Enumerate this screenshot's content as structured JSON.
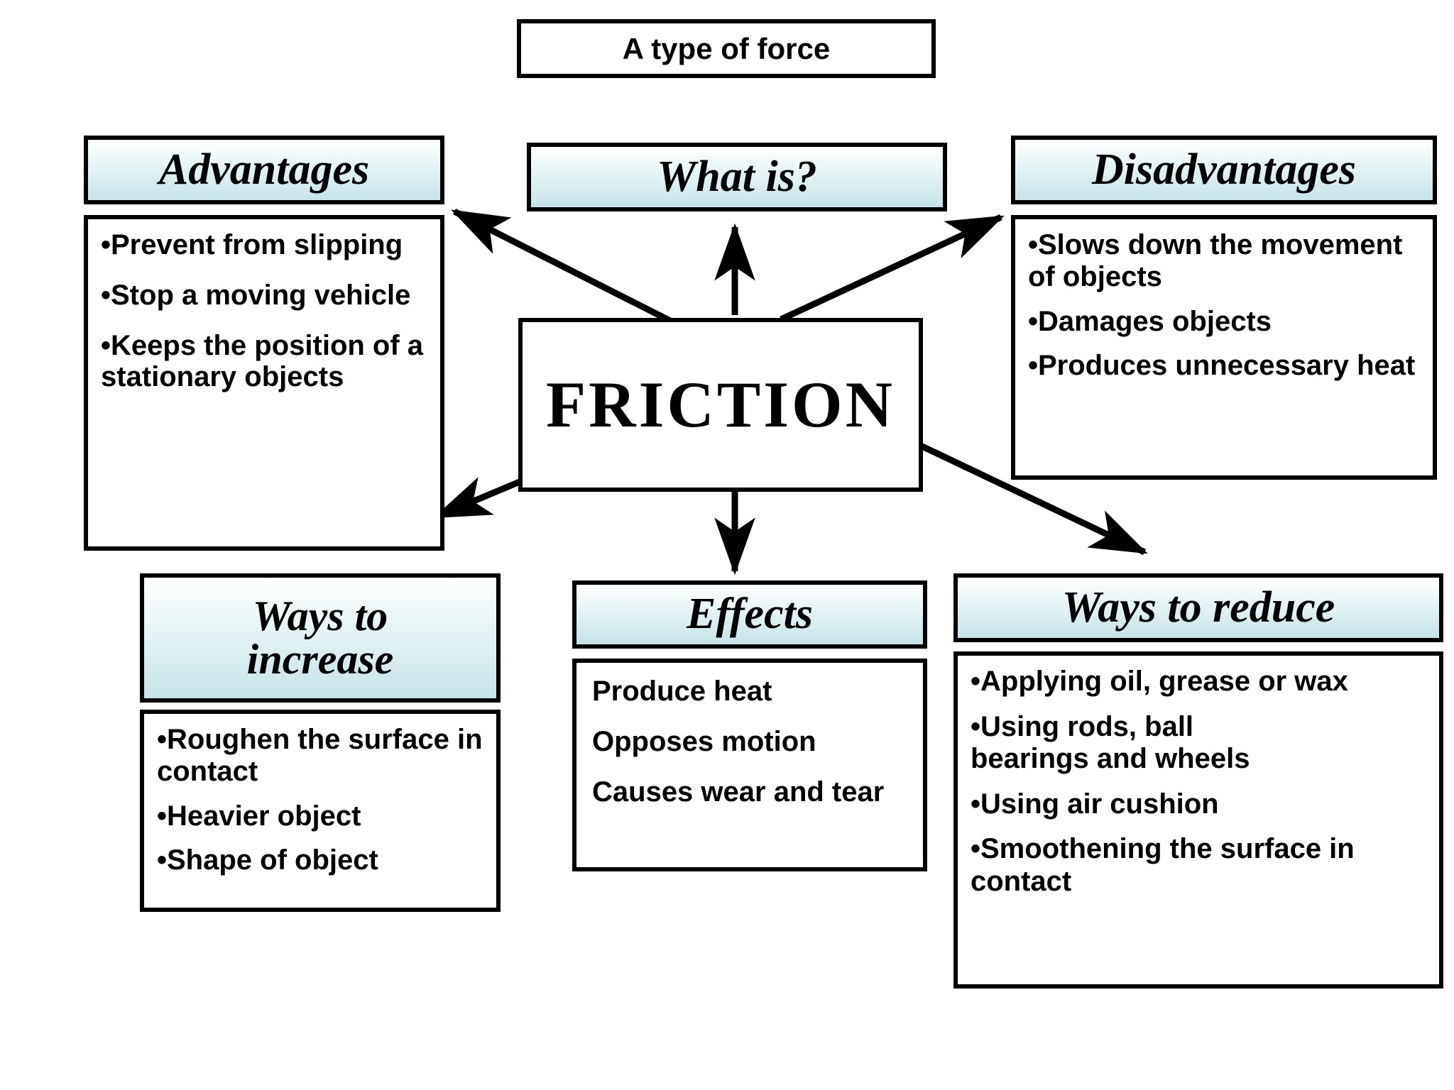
{
  "diagram": {
    "title_box": {
      "label": "A type of force"
    },
    "center": {
      "label": "FRICTION"
    },
    "colors": {
      "header_gradient_top": "#ffffff",
      "header_gradient_bottom": "#c6e3e8",
      "border": "#000000",
      "text": "#000000",
      "body_background": "#ffffff"
    },
    "nodes": {
      "advantages": {
        "header": "Advantages",
        "items": [
          "•Prevent from slipping",
          "•Stop a moving vehicle",
          "•Keeps the position of a stationary objects"
        ]
      },
      "what_is": {
        "header": "What is?",
        "items": []
      },
      "disadvantages": {
        "header": "Disadvantages",
        "items": [
          "•Slows down the movement of objects",
          "•Damages objects",
          "•Produces unnecessary heat"
        ]
      },
      "ways_to_increase": {
        "header_line1": "Ways to",
        "header_line2": "increase",
        "items": [
          "•Roughen the surface in contact",
          "•Heavier object",
          "•Shape of object"
        ]
      },
      "effects": {
        "header": "Effects",
        "items": [
          "Produce heat",
          "Opposes motion",
          "Causes wear and tear"
        ]
      },
      "ways_to_reduce": {
        "header": "Ways to reduce",
        "items": [
          "•Applying oil, grease or wax",
          "•Using rods, ball",
          " bearings and wheels",
          "•Using air cushion",
          "•Smoothening the surface in contact"
        ]
      }
    },
    "connections": [
      {
        "from": "FRICTION",
        "to": "Advantages"
      },
      {
        "from": "FRICTION",
        "to": "What is?"
      },
      {
        "from": "FRICTION",
        "to": "Disadvantages"
      },
      {
        "from": "FRICTION",
        "to": "Effects"
      },
      {
        "from": "FRICTION",
        "to": "Ways to reduce"
      }
    ]
  }
}
